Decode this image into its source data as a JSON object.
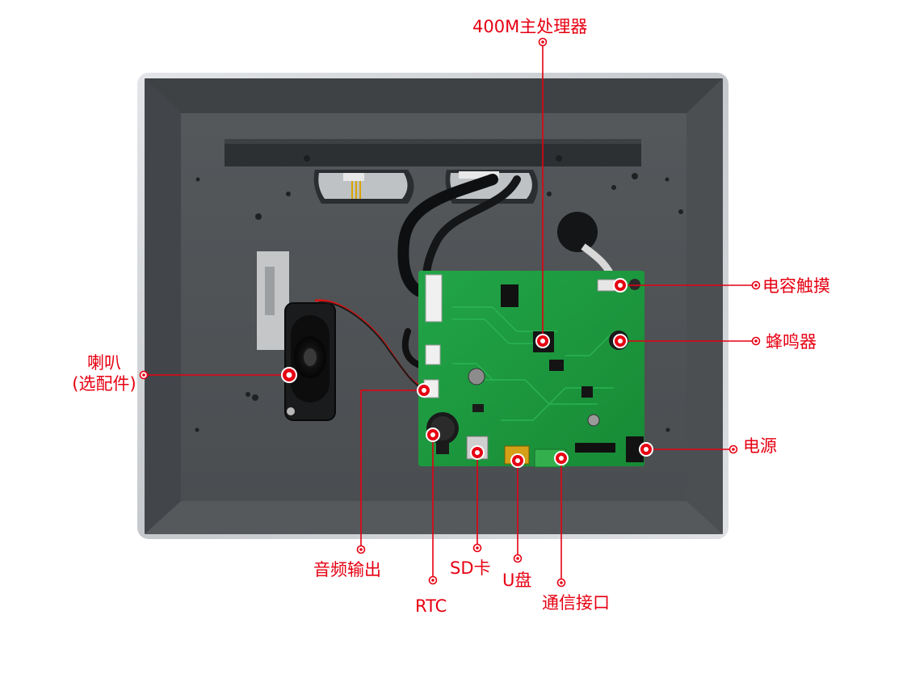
{
  "colors": {
    "accent": "#e60012",
    "frame": "#c9ccd0",
    "panel": "#505457",
    "pcb": "#1d9a3e"
  },
  "callouts": {
    "processor": "400M主处理器",
    "touch": "电容触摸",
    "buzzer": "蜂鸣器",
    "speaker_line1": "喇叭",
    "speaker_line2": "(选配件)",
    "power": "电源",
    "audio_out": "音频输出",
    "rtc": "RTC",
    "sd_card": "SD卡",
    "usb": "U盘",
    "comm_port": "通信接口"
  }
}
